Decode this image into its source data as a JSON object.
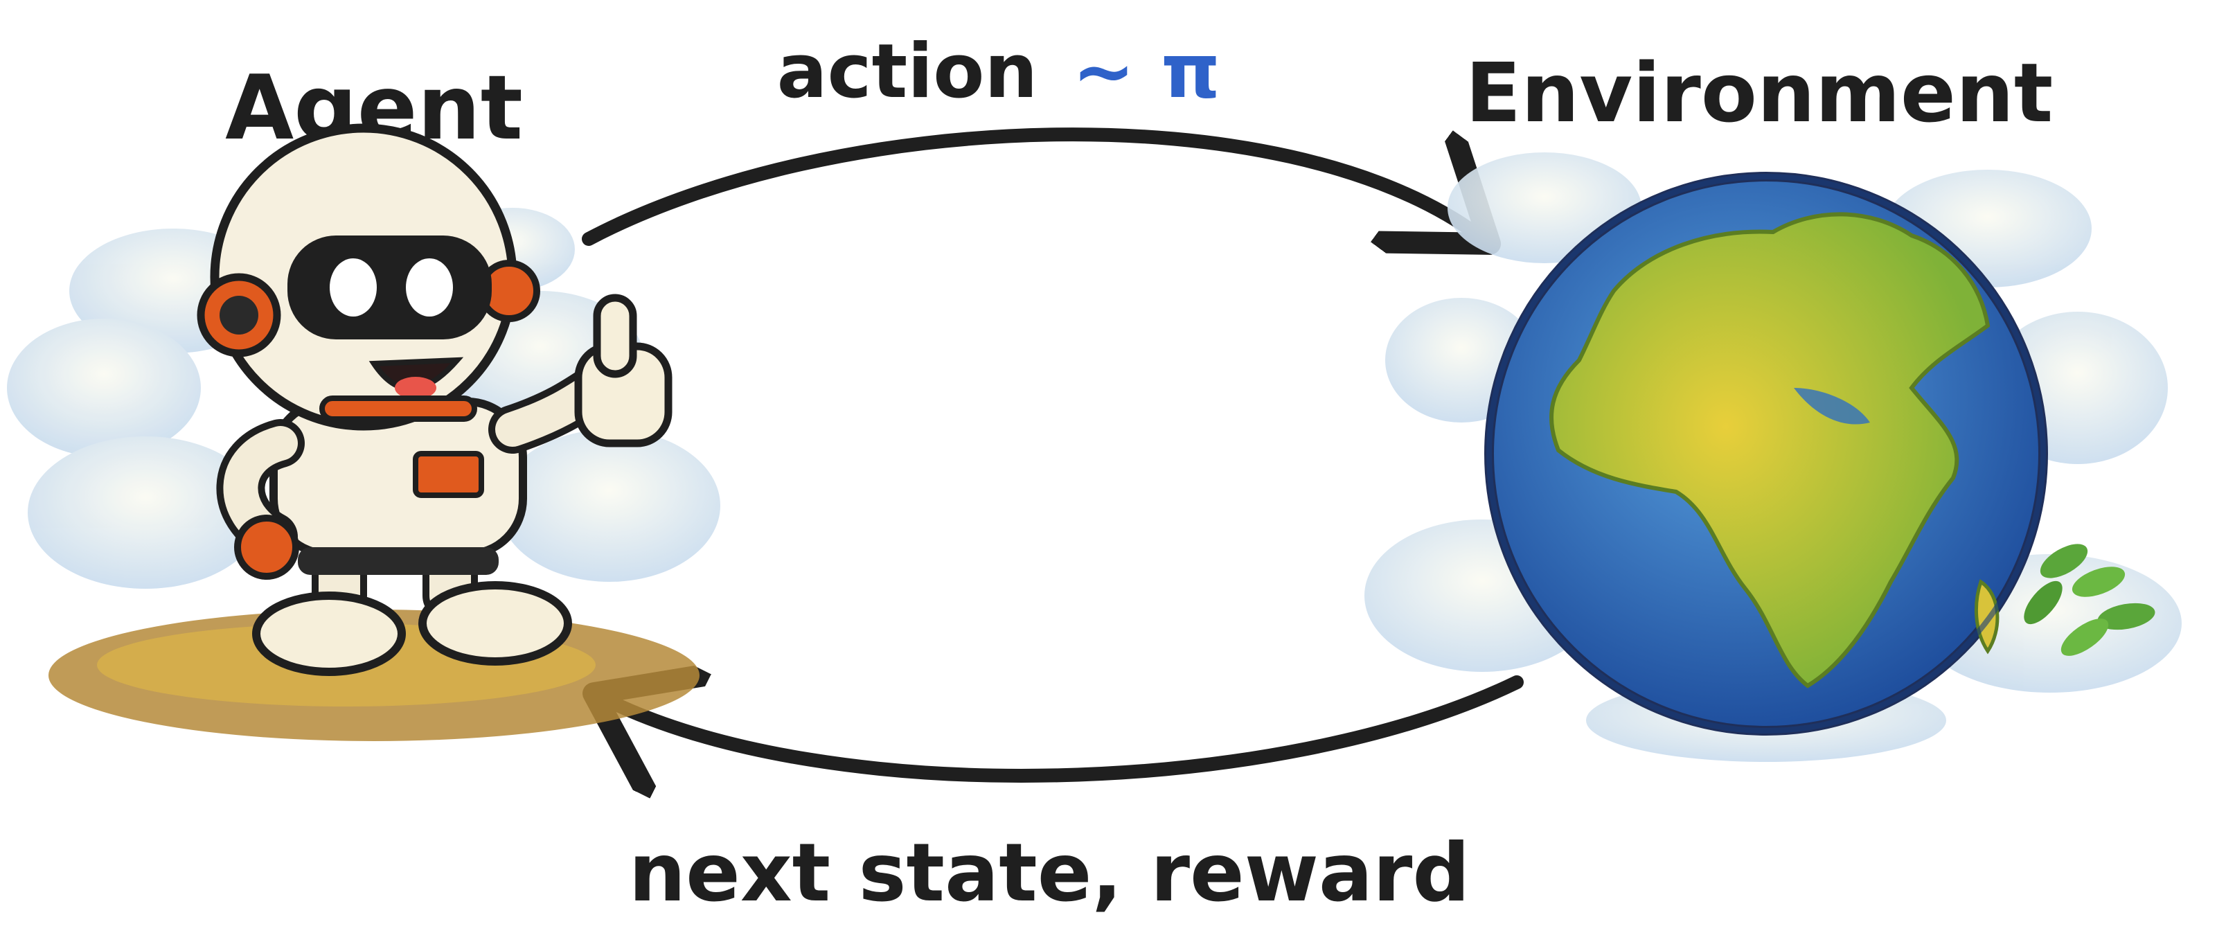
{
  "diagram": {
    "agent_label": "Agent",
    "environment_label": "Environment",
    "action_label": {
      "word": "action",
      "symbol": "~ π",
      "symbol_color": "#2f62c9"
    },
    "feedback_label": "next state, reward",
    "icons": {
      "agent": "robot-astronaut-thumbs-up",
      "environment": "earth-globe"
    },
    "colors": {
      "text": "#1f1f1f",
      "arrow": "#1f1f1f",
      "ocean": "#2f6fc0",
      "land": "#9fc63a",
      "robot_accent": "#e05a1e"
    }
  }
}
